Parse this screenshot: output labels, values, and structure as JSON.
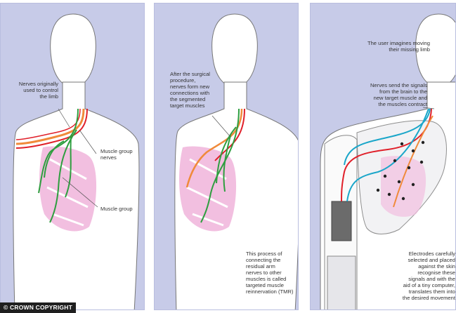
{
  "panel1": {
    "nerves_original_label": "Nerves originally\nused to control\nthe limb",
    "muscle_nerves_label": "Muscle group\nnerves",
    "muscle_group_label": "Muscle group"
  },
  "panel2": {
    "procedure_label": "After the surgical\nprocedure,\nnerves form new\nconnections with\nthe segmented\ntarget muscles",
    "tmr_label": "This process of\nconnecting the\nresidual arm\nnerves to other\nmuscles is called\ntargeted muscle\nreinnervation (TMR)"
  },
  "panel3": {
    "imagine_label": "The user imagines moving\ntheir missing limb",
    "signals_label": "Nerves send the signals\nfrom the brain to the\nnew target muscle and\nthe muscles contract",
    "electrodes_label": "Electrodes carefully\nselected and placed\nagainst the skin\nrecognise these\nsignals and with the\naid of a tiny computer,\ntranslates them into\nthe desired movement"
  },
  "copyright": "© CROWN COPYRIGHT",
  "colors": {
    "background": "#c7cbe8",
    "body": "#ffffff",
    "muscle": "#f2bfe0",
    "nerve_green": "#2e9e3f",
    "nerve_orange": "#f08a3a",
    "nerve_red": "#e0202a",
    "nerve_cyan": "#1aa6c9"
  }
}
